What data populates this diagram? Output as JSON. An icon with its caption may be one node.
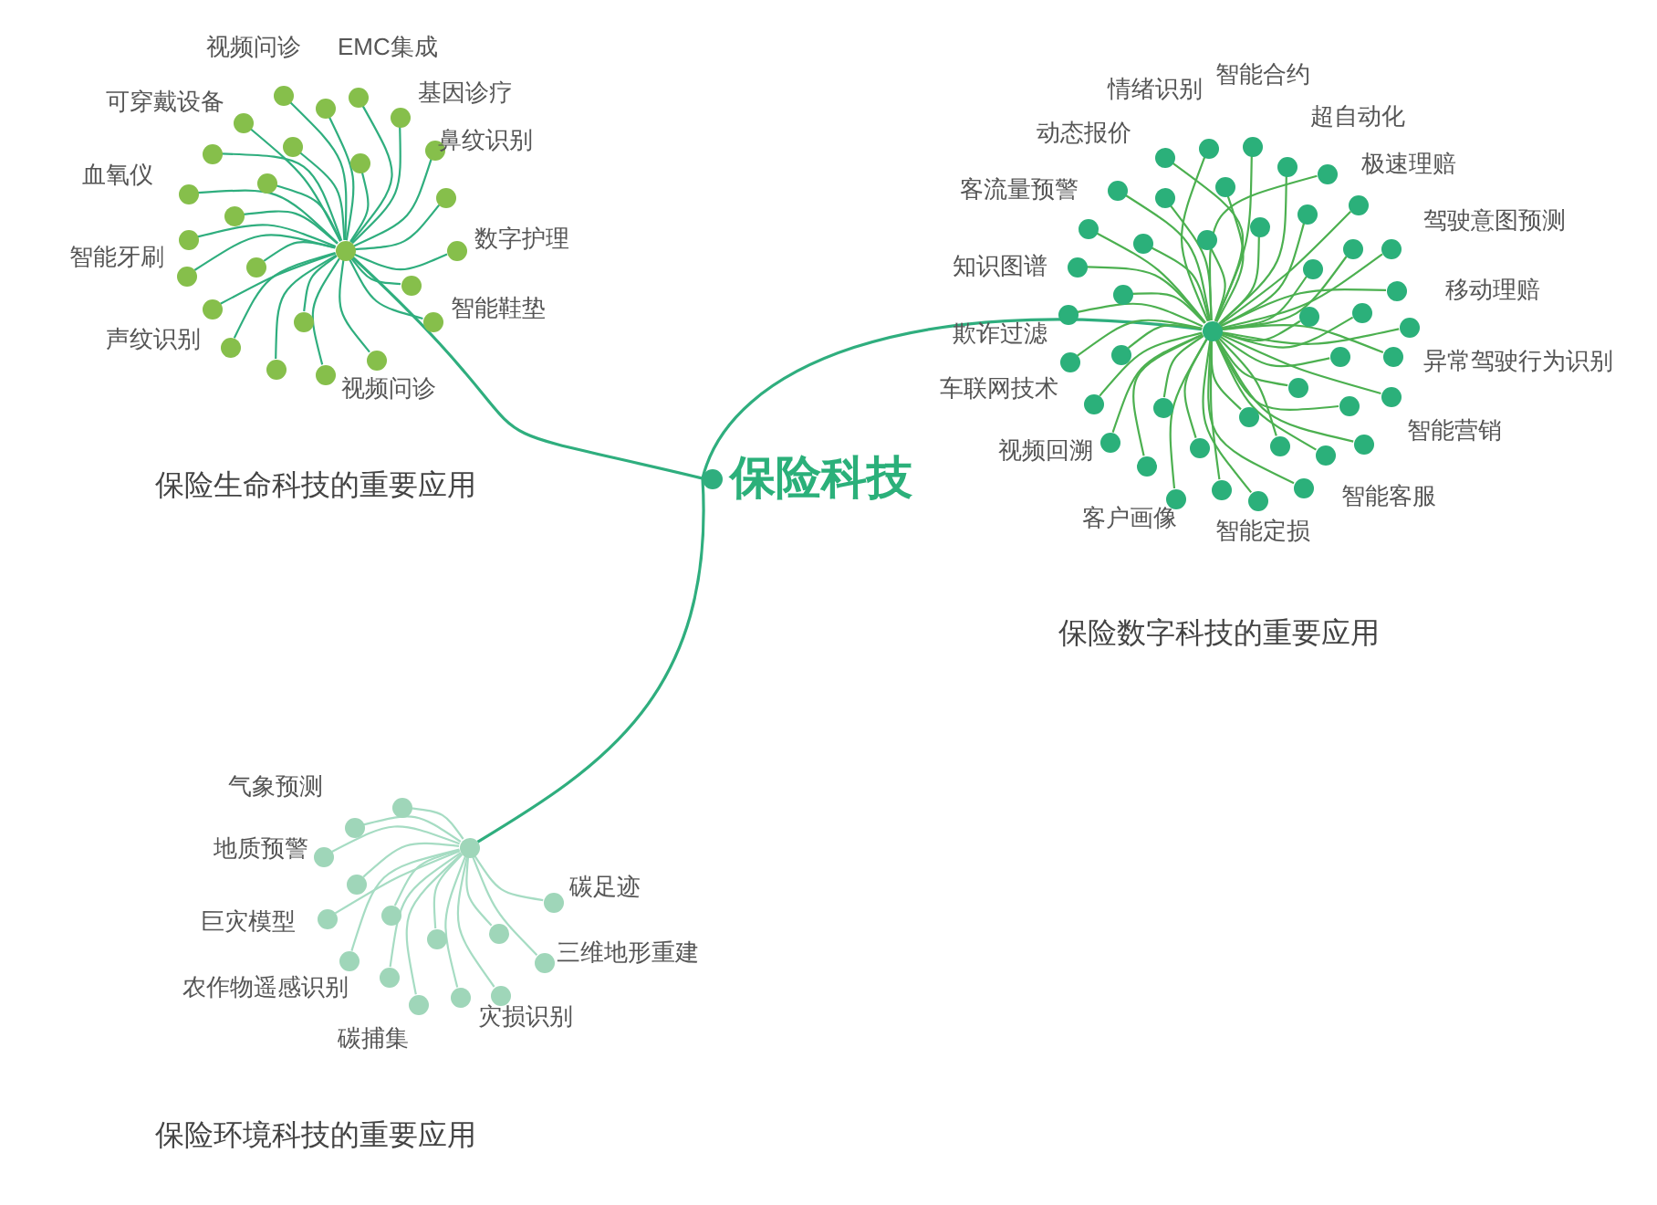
{
  "diagram": {
    "nodes": [
      {
        "text": [
          "保险科技"
        ]
      },
      {
        "text": [],
        "shape": "circle"
      },
      {
        "text": [],
        "shape": "circle"
      },
      {
        "text": [],
        "shape": "circle"
      },
      {
        "text": [],
        "shape": "circle"
      },
      {
        "text": [],
        "shape": "circle"
      },
      {
        "text": [],
        "shape": "circle"
      },
      {
        "text": [],
        "shape": "circle"
      },
      {
        "text": [],
        "shape": "circle"
      },
      {
        "text": [],
        "shape": "circle"
      },
      {
        "text": [],
        "shape": "circle"
      },
      {
        "text": [],
        "shape": "circle"
      },
      {
        "text": [],
        "shape": "circle"
      },
      {
        "text": [],
        "shape": "circle"
      },
      {
        "text": [],
        "shape": "circle"
      },
      {
        "text": [],
        "shape": "circle"
      },
      {
        "text": [],
        "shape": "circle"
      },
      {
        "text": [],
        "shape": "circle"
      },
      {
        "text": [],
        "shape": "circle"
      },
      {
        "text": [],
        "shape": "circle"
      },
      {
        "text": [],
        "shape": "circle"
      },
      {
        "text": [],
        "shape": "circle"
      },
      {
        "text": [],
        "shape": "circle"
      },
      {
        "text": [],
        "shape": "circle"
      },
      {
        "text": [],
        "shape": "circle"
      },
      {
        "text": [],
        "shape": "circle"
      },
      {
        "text": [],
        "shape": "circle"
      },
      {
        "text": [],
        "shape": "circle"
      },
      {
        "text": [],
        "shape": "circle"
      },
      {
        "text": [],
        "shape": "circle"
      },
      {
        "text": [],
        "shape": "circle"
      },
      {
        "text": [],
        "shape": "circle"
      },
      {
        "text": [],
        "shape": "circle"
      },
      {
        "text": [],
        "shape": "circle"
      },
      {
        "text": [],
        "shape": "circle"
      },
      {
        "text": [],
        "shape": "circle"
      },
      {
        "text": [],
        "shape": "circle"
      },
      {
        "text": [],
        "shape": "circle"
      },
      {
        "text": [],
        "shape": "circle"
      },
      {
        "text": [],
        "shape": "circle"
      },
      {
        "text": [],
        "shape": "circle"
      },
      {
        "text": [],
        "shape": "circle"
      },
      {
        "text": [],
        "shape": "circle"
      },
      {
        "text": [],
        "shape": "circle"
      },
      {
        "text": [],
        "shape": "circle"
      },
      {
        "text": [],
        "shape": "circle"
      },
      {
        "text": [],
        "shape": "circle"
      },
      {
        "text": [],
        "shape": "circle"
      },
      {
        "text": [],
        "shape": "circle"
      },
      {
        "text": [],
        "shape": "circle"
      },
      {
        "text": [],
        "shape": "circle"
      },
      {
        "text": [],
        "shape": "circle"
      },
      {
        "text": [],
        "shape": "circle"
      },
      {
        "text": [],
        "shape": "circle"
      },
      {
        "text": [],
        "shape": "circle"
      },
      {
        "text": [],
        "shape": "circle"
      },
      {
        "text": [],
        "shape": "circle"
      },
      {
        "text": [],
        "shape": "circle"
      },
      {
        "text": [],
        "shape": "circle"
      },
      {
        "text": [],
        "shape": "circle"
      },
      {
        "text": [],
        "shape": "circle"
      },
      {
        "text": [],
        "shape": "circle"
      },
      {
        "text": [],
        "shape": "circle"
      },
      {
        "text": [],
        "shape": "circle"
      },
      {
        "text": [],
        "shape": "circle"
      },
      {
        "text": [],
        "shape": "circle"
      },
      {
        "text": [],
        "shape": "circle"
      },
      {
        "text": [],
        "shape": "circle"
      },
      {
        "text": [],
        "shape": "circle"
      },
      {
        "text": [],
        "shape": "circle"
      },
      {
        "text": [],
        "shape": "circle"
      },
      {
        "text": [],
        "shape": "circle"
      },
      {
        "text": [],
        "shape": "circle"
      },
      {
        "text": [],
        "shape": "circle"
      },
      {
        "text": [],
        "shape": "circle"
      },
      {
        "text": [],
        "shape": "circle"
      },
      {
        "text": [],
        "shape": "circle"
      },
      {
        "text": [],
        "shape": "circle"
      },
      {
        "text": [],
        "shape": "circle"
      },
      {
        "text": [],
        "shape": "circle"
      },
      {
        "text": [],
        "shape": "circle"
      },
      {
        "text": [],
        "shape": "circle"
      },
      {
        "text": [],
        "shape": "circle"
      },
      {
        "text": [],
        "shape": "circle"
      },
      {
        "text": [],
        "shape": "circle"
      },
      {
        "text": [],
        "shape": "circle"
      },
      {
        "text": [],
        "shape": "circle"
      },
      {
        "text": [],
        "shape": "circle"
      }
    ],
    "edges": [
      {
        "from": 0,
        "to": 1,
        "arrow": "none",
        "color": "#2fae7e"
      },
      {
        "from": 0,
        "to": 2,
        "arrow": "none",
        "color": "#2fae7e"
      },
      {
        "from": 0,
        "to": 3,
        "arrow": "none",
        "color": "#2fae7e"
      },
      {
        "from": 1,
        "to": 4,
        "arrow": "none",
        "color": "#2fae7e"
      },
      {
        "from": 1,
        "to": 5,
        "arrow": "none",
        "color": "#2fae7e"
      },
      {
        "from": 1,
        "to": 6,
        "arrow": "none",
        "color": "#2fae7e"
      },
      {
        "from": 1,
        "to": 7,
        "arrow": "none",
        "color": "#2fae7e"
      },
      {
        "from": 1,
        "to": 8,
        "arrow": "none",
        "color": "#2fae7e"
      },
      {
        "from": 1,
        "to": 9,
        "arrow": "none",
        "color": "#2fae7e"
      },
      {
        "from": 1,
        "to": 10,
        "arrow": "none",
        "color": "#2fae7e"
      },
      {
        "from": 1,
        "to": 11,
        "arrow": "none",
        "color": "#2fae7e"
      },
      {
        "from": 1,
        "to": 12,
        "arrow": "none",
        "color": "#2fae7e"
      },
      {
        "from": 1,
        "to": 13,
        "arrow": "none",
        "color": "#2fae7e"
      },
      {
        "from": 1,
        "to": 14,
        "arrow": "none",
        "color": "#2fae7e"
      },
      {
        "from": 1,
        "to": 15,
        "arrow": "none",
        "color": "#2fae7e"
      },
      {
        "from": 1,
        "to": 16,
        "arrow": "none",
        "color": "#2fae7e"
      },
      {
        "from": 1,
        "to": 17,
        "arrow": "none",
        "color": "#2fae7e"
      },
      {
        "from": 1,
        "to": 18,
        "arrow": "none",
        "color": "#2fae7e"
      },
      {
        "from": 1,
        "to": 19,
        "arrow": "none",
        "color": "#2fae7e"
      },
      {
        "from": 1,
        "to": 20,
        "arrow": "none",
        "color": "#2fae7e"
      },
      {
        "from": 1,
        "to": 21,
        "arrow": "none",
        "color": "#2fae7e"
      },
      {
        "from": 1,
        "to": 22,
        "arrow": "none",
        "color": "#2fae7e"
      },
      {
        "from": 1,
        "to": 23,
        "arrow": "none",
        "color": "#2fae7e"
      },
      {
        "from": 1,
        "to": 24,
        "arrow": "none",
        "color": "#2fae7e"
      },
      {
        "from": 1,
        "to": 25,
        "arrow": "none",
        "color": "#2fae7e"
      },
      {
        "from": 1,
        "to": 26,
        "arrow": "none",
        "color": "#2fae7e"
      },
      {
        "from": 1,
        "to": 27,
        "arrow": "none",
        "color": "#2fae7e"
      },
      {
        "from": 1,
        "to": 28,
        "arrow": "none",
        "color": "#2fae7e"
      },
      {
        "from": 2,
        "to": 29,
        "arrow": "none"
      },
      {
        "from": 2,
        "to": 30,
        "arrow": "none"
      },
      {
        "from": 2,
        "to": 31,
        "arrow": "none"
      },
      {
        "from": 2,
        "to": 32,
        "arrow": "none"
      },
      {
        "from": 2,
        "to": 33,
        "arrow": "none"
      },
      {
        "from": 2,
        "to": 34,
        "arrow": "none"
      },
      {
        "from": 2,
        "to": 35,
        "arrow": "none"
      },
      {
        "from": 2,
        "to": 36,
        "arrow": "none"
      },
      {
        "from": 2,
        "to": 37,
        "arrow": "none"
      },
      {
        "from": 2,
        "to": 38,
        "arrow": "none"
      },
      {
        "from": 2,
        "to": 39,
        "arrow": "none"
      },
      {
        "from": 2,
        "to": 40,
        "arrow": "none"
      },
      {
        "from": 2,
        "to": 41,
        "arrow": "none"
      },
      {
        "from": 2,
        "to": 42,
        "arrow": "none"
      },
      {
        "from": 2,
        "to": 43,
        "arrow": "none"
      },
      {
        "from": 2,
        "to": 44,
        "arrow": "none"
      },
      {
        "from": 2,
        "to": 45,
        "arrow": "none"
      },
      {
        "from": 2,
        "to": 46,
        "arrow": "none"
      },
      {
        "from": 2,
        "to": 47,
        "arrow": "none"
      },
      {
        "from": 2,
        "to": 48,
        "arrow": "none"
      },
      {
        "from": 2,
        "to": 49,
        "arrow": "none"
      },
      {
        "from": 2,
        "to": 50,
        "arrow": "none"
      },
      {
        "from": 2,
        "to": 51,
        "arrow": "none"
      },
      {
        "from": 2,
        "to": 52,
        "arrow": "none"
      },
      {
        "from": 2,
        "to": 53,
        "arrow": "none"
      },
      {
        "from": 2,
        "to": 54,
        "arrow": "none"
      },
      {
        "from": 2,
        "to": 55,
        "arrow": "none"
      },
      {
        "from": 2,
        "to": 56,
        "arrow": "none"
      },
      {
        "from": 2,
        "to": 57,
        "arrow": "none"
      },
      {
        "from": 2,
        "to": 58,
        "arrow": "none"
      },
      {
        "from": 2,
        "to": 59,
        "arrow": "none"
      },
      {
        "from": 2,
        "to": 60,
        "arrow": "none"
      },
      {
        "from": 2,
        "to": 61,
        "arrow": "none"
      },
      {
        "from": 2,
        "to": 62,
        "arrow": "none"
      },
      {
        "from": 2,
        "to": 63,
        "arrow": "none"
      },
      {
        "from": 2,
        "to": 64,
        "arrow": "none"
      },
      {
        "from": 2,
        "to": 65,
        "arrow": "none"
      },
      {
        "from": 2,
        "to": 66,
        "arrow": "none"
      },
      {
        "from": 2,
        "to": 67,
        "arrow": "none"
      },
      {
        "from": 2,
        "to": 68,
        "arrow": "none"
      },
      {
        "from": 2,
        "to": 69,
        "arrow": "none"
      },
      {
        "from": 2,
        "to": 70,
        "arrow": "none"
      },
      {
        "from": 2,
        "to": 71,
        "arrow": "none"
      },
      {
        "from": 2,
        "to": 72,
        "arrow": "none"
      },
      {
        "from": 3,
        "to": 73,
        "arrow": "none",
        "color": "#a6dcc3"
      },
      {
        "from": 3,
        "to": 74,
        "arrow": "none",
        "color": "#a6dcc3"
      },
      {
        "from": 3,
        "to": 75,
        "arrow": "none",
        "color": "#a6dcc3"
      },
      {
        "from": 3,
        "to": 76,
        "arrow": "none",
        "color": "#a6dcc3"
      },
      {
        "from": 3,
        "to": 77,
        "arrow": "none",
        "color": "#a6dcc3"
      },
      {
        "from": 3,
        "to": 78,
        "arrow": "none",
        "color": "#a6dcc3"
      },
      {
        "from": 3,
        "to": 79,
        "arrow": "none",
        "color": "#a6dcc3"
      },
      {
        "from": 3,
        "to": 80,
        "arrow": "none",
        "color": "#a6dcc3"
      },
      {
        "from": 3,
        "to": 81,
        "arrow": "none",
        "color": "#a6dcc3"
      },
      {
        "from": 3,
        "to": 82,
        "arrow": "none",
        "color": "#a6dcc3"
      },
      {
        "from": 3,
        "to": 83,
        "arrow": "none",
        "color": "#a6dcc3"
      },
      {
        "from": 3,
        "to": 84,
        "arrow": "none",
        "color": "#a6dcc3"
      },
      {
        "from": 3,
        "to": 85,
        "arrow": "none",
        "color": "#a6dcc3"
      },
      {
        "from": 3,
        "to": 86,
        "arrow": "none",
        "color": "#a6dcc3"
      },
      {
        "from": 3,
        "to": 87,
        "arrow": "none",
        "color": "#a6dcc3"
      }
    ],
    "labels": [
      "视频问诊",
      "EMC集成",
      "可穿戴设备",
      "基因诊疗",
      "鼻纹识别",
      "血氧仪",
      "数字护理",
      "智能牙刷",
      "智能鞋垫",
      "声纹识别",
      "视频问诊",
      "保险生命科技的重要应用",
      "智能合约",
      "情绪识别",
      "超自动化",
      "动态报价",
      "极速理赔",
      "客流量预警",
      "驾驶意图预测",
      "知识图谱",
      "移动理赔",
      "欺诈过滤",
      "异常驾驶行为识别",
      "车联网技术",
      "智能营销",
      "视频回溯",
      "智能客服",
      "客户画像",
      "智能定损",
      "保险数字科技的重要应用",
      "气象预测",
      "地质预警",
      "碳足迹",
      "巨灾模型",
      "三维地形重建",
      "农作物遥感识别",
      "灾损识别",
      "碳捕集",
      "保险环境科技的重要应用"
    ]
  }
}
